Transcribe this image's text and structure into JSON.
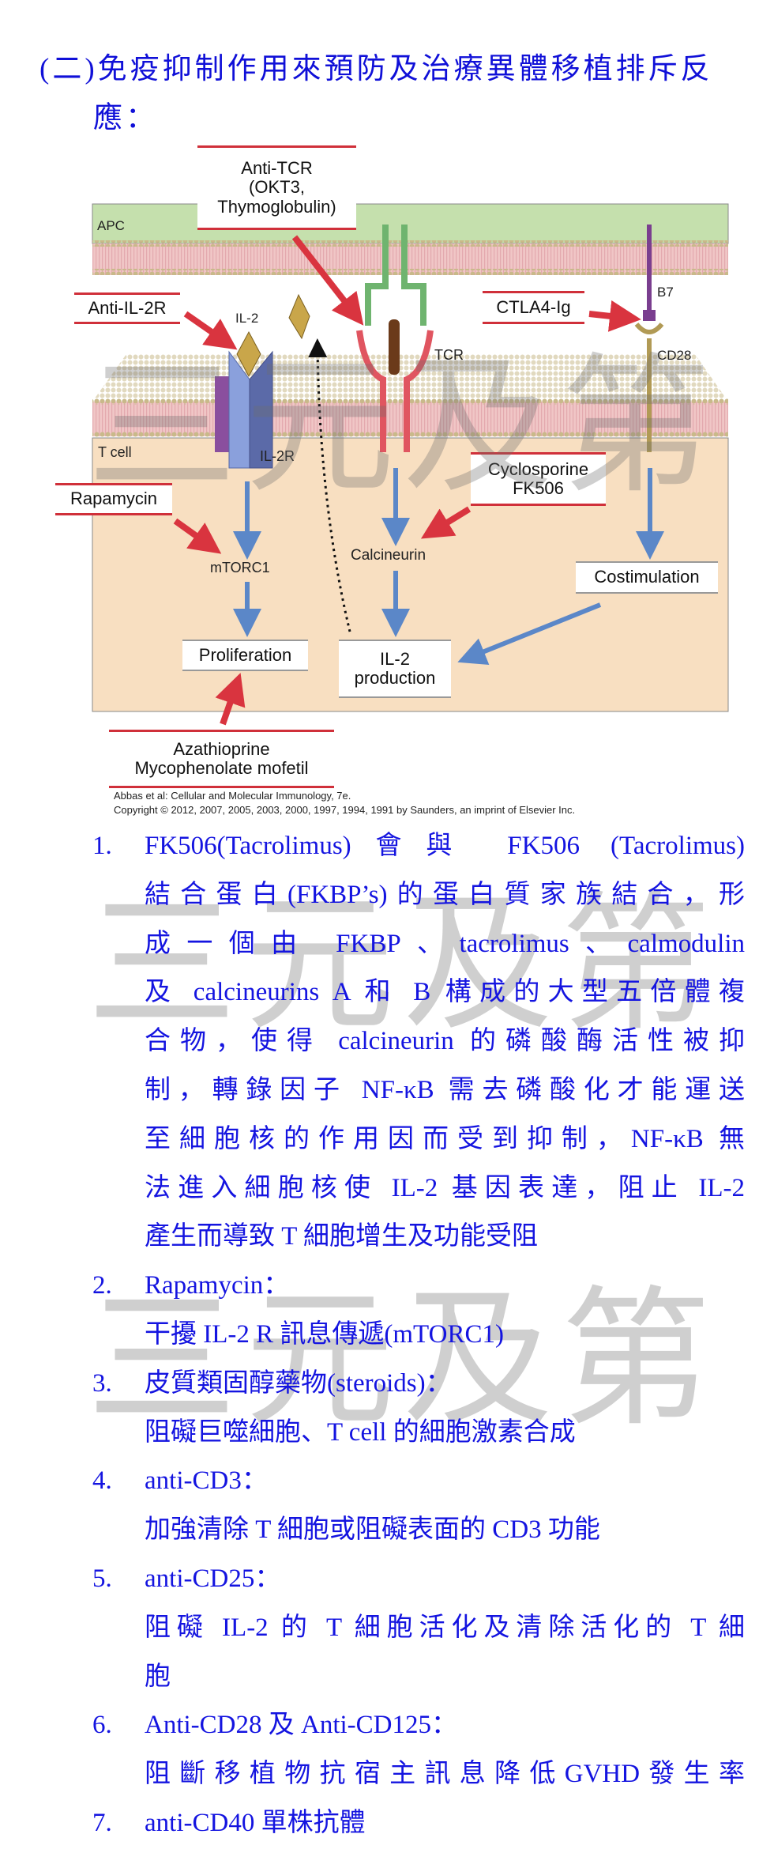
{
  "title": {
    "line1": "(二)免疫抑制作用來預防及治療異體移植排斥反",
    "line2": "應："
  },
  "watermark": "三元及第",
  "diagram": {
    "apc_label": "APC",
    "tcell_label": "T cell",
    "il2_label": "IL-2",
    "il2r_label": "IL-2R",
    "tcr_label": "TCR",
    "b7_label": "B7",
    "cd28_label": "CD28",
    "mtorc1_label": "mTORC1",
    "calcineurin_label": "Calcineurin",
    "drugs": {
      "anti_tcr": [
        "Anti-TCR",
        "(OKT3,",
        "Thymoglobulin)"
      ],
      "anti_il2r": "Anti-IL-2R",
      "ctla4ig": "CTLA4-Ig",
      "cyclosporine": [
        "Cyclosporine",
        "FK506"
      ],
      "rapamycin": "Rapamycin",
      "azathioprine": [
        "Azathioprine",
        "Mycophenolate mofetil"
      ]
    },
    "outcomes": {
      "costimulation": "Costimulation",
      "proliferation": "Proliferation",
      "il2_production": [
        "IL-2",
        "production"
      ]
    },
    "credit1": "Abbas et al: Cellular and Molecular Immunology, 7e.",
    "credit2": "Copyright © 2012, 2007, 2005, 2003, 2000, 1997, 1994, 1991 by Saunders, an imprint of Elsevier Inc.",
    "colors": {
      "apc": "#c5e0ad",
      "tcell": "#f8dfc1",
      "inhibitor": "#d9343f",
      "signal": "#5b87c8"
    }
  },
  "list": [
    {
      "num": "1.",
      "lines": [
        "FK506(Tacrolimus)會與 FK506 (Tacrolimus)",
        "結合蛋白(FKBP’s)的蛋白質家族結合，形",
        "成一個由 FKBP、tacrolimus、calmodulin",
        "及 calcineurins A 和 B 構成的大型五倍體複",
        "合物，使得 calcineurin 的磷酸酶活性被抑",
        "制，轉錄因子 NF-κB 需去磷酸化才能運送",
        "至細胞核的作用因而受到抑制，NF-κB 無",
        "法進入細胞核使 IL-2 基因表達，阻止 IL-2",
        "產生而導致 T 細胞增生及功能受阻"
      ]
    },
    {
      "num": "2.",
      "lines": [
        "Rapamycin：",
        "干擾 IL-2 R 訊息傳遞(mTORC1)"
      ]
    },
    {
      "num": "3.",
      "lines": [
        "皮質類固醇藥物(steroids)：",
        "阻礙巨噬細胞、T cell 的細胞激素合成"
      ]
    },
    {
      "num": "4.",
      "lines": [
        "anti-CD3：",
        "加強清除 T 細胞或阻礙表面的 CD3 功能"
      ]
    },
    {
      "num": "5.",
      "lines": [
        "anti-CD25：",
        "阻礙 IL-2 的 T 細胞活化及清除活化的 T 細",
        "胞"
      ]
    },
    {
      "num": "6.",
      "lines": [
        "Anti-CD28 及 Anti-CD125：",
        "阻斷移植物抗宿主訊息降低GVHD發生率"
      ]
    },
    {
      "num": "7.",
      "lines": [
        "anti-CD40 單株抗體"
      ]
    }
  ]
}
